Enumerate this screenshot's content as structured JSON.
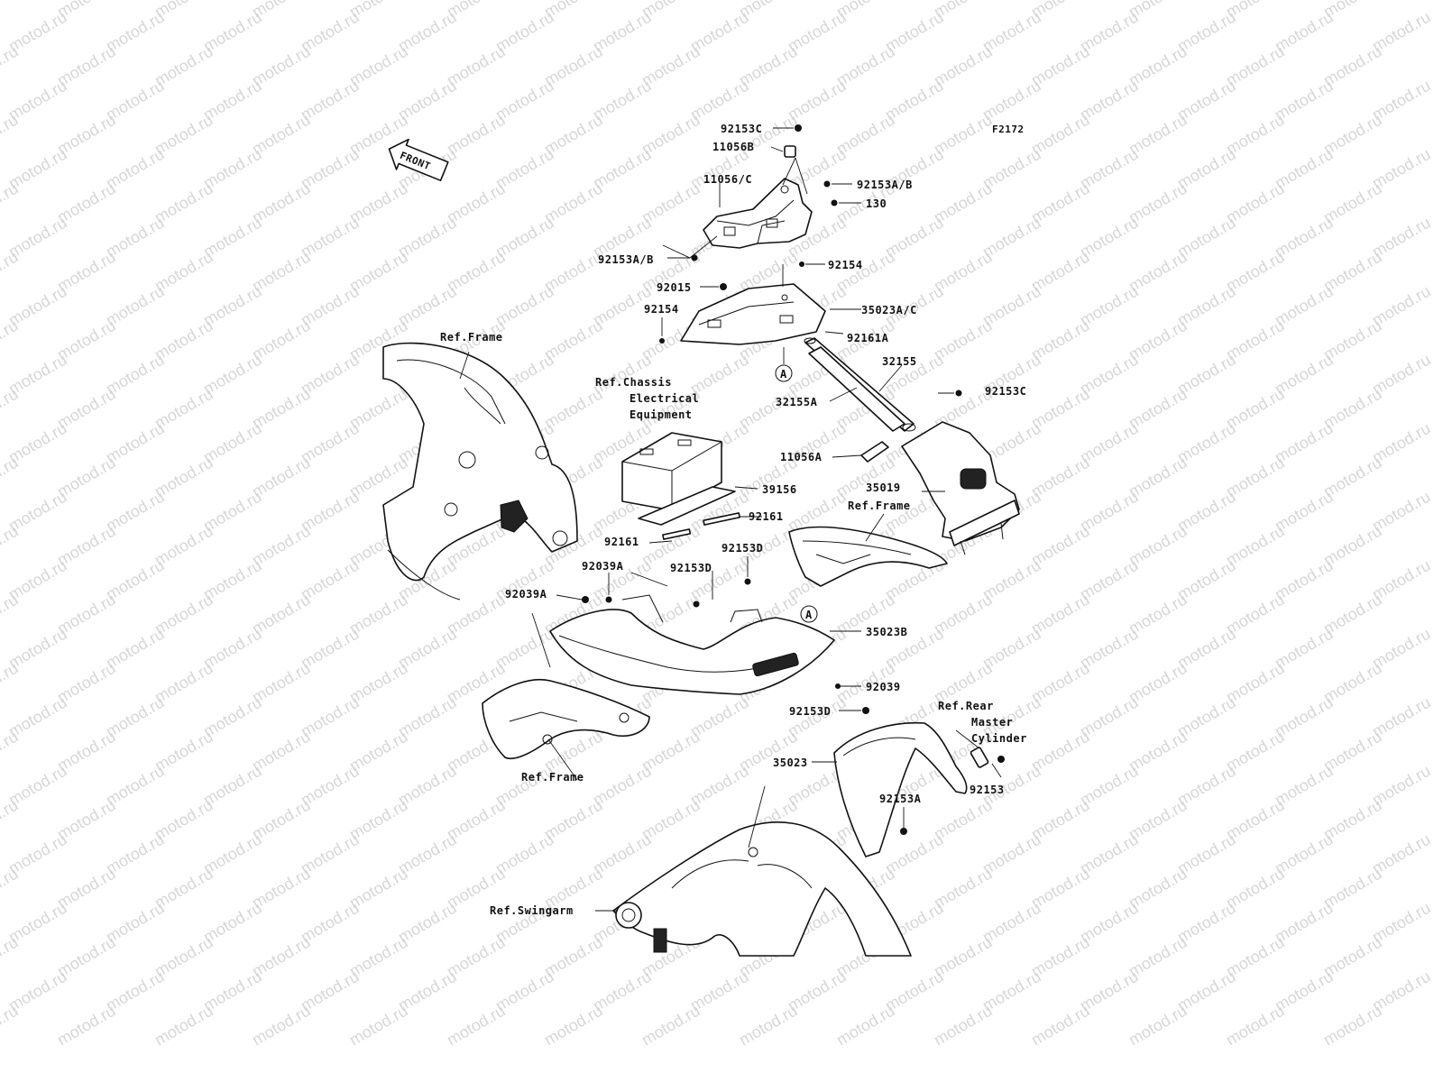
{
  "figure_code": "F2172",
  "front_arrow_text": "FRONT",
  "watermark_text": "motod.ru",
  "callout_letter": "A",
  "labels": {
    "p92153C_top": "92153C",
    "p11056B": "11056B",
    "p11056C": "11056/C",
    "p92153AB_right": "92153A/B",
    "p130": "130",
    "p92153AB_left": "92153A/B",
    "p92154_right": "92154",
    "p92015": "92015",
    "p35023AC": "35023A/C",
    "p92154_left": "92154",
    "p92161A": "92161A",
    "p32155": "32155",
    "p32155A": "32155A",
    "p92153C_right": "92153C",
    "p11056A": "11056A",
    "p35019": "35019",
    "p39156": "39156",
    "p92161_right": "92161",
    "p92161_left": "92161",
    "p92153D_upper": "92153D",
    "p92153D_mid": "92153D",
    "p92039A_upper": "92039A",
    "p92039A_left": "92039A",
    "p35023B": "35023B",
    "p92039": "92039",
    "p92153D_lower": "92153D",
    "p35023": "35023",
    "p92153A": "92153A",
    "p92153": "92153"
  },
  "references": {
    "frame_top": "Ref.Frame",
    "chassis_line1": "Ref.Chassis",
    "chassis_line2": "Electrical",
    "chassis_line3": "Equipment",
    "frame_right": "Ref.Frame",
    "frame_bottom": "Ref.Frame",
    "rear_line1": "Ref.Rear",
    "rear_line2": "Master",
    "rear_line3": "Cylinder",
    "swingarm": "Ref.Swingarm"
  }
}
